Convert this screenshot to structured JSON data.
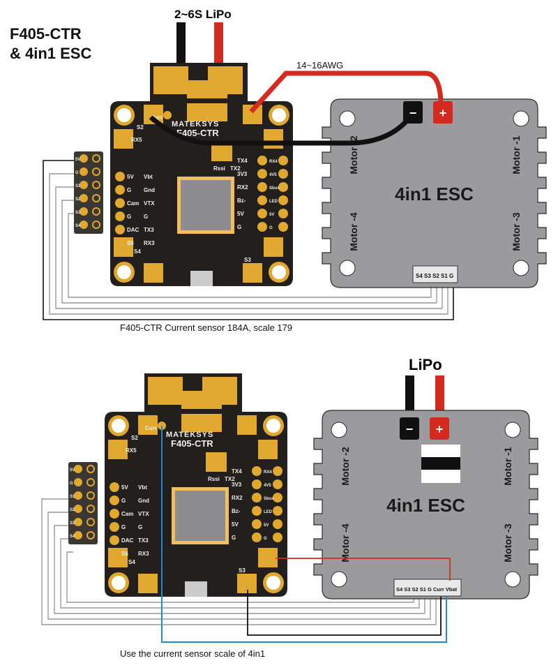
{
  "title": {
    "line1": "F405-CTR",
    "line2": "& 4in1 ESC"
  },
  "diagram1": {
    "battery_label": "2~6S LiPo",
    "wire_gauge": "14~16AWG",
    "caption": "F405-CTR Current sensor 184A,  scale 179",
    "esc": {
      "title": "4in1 ESC",
      "motors": [
        "Motor -1",
        "Motor -2",
        "Motor -3",
        "Motor -4"
      ],
      "connector": "S4 S3 S2 S1 G",
      "minus": "−",
      "plus": "+"
    }
  },
  "diagram2": {
    "battery_label": "LiPo",
    "caption": "Use the current sensor scale of 4in1",
    "esc": {
      "title": "4in1 ESC",
      "motors": [
        "Motor -1",
        "Motor -2",
        "Motor -3",
        "Motor -4"
      ],
      "connector": "S4 S3 S2 S1 G  Curr Vbat",
      "minus": "−",
      "plus": "+"
    }
  },
  "fc": {
    "brand": "MATEKSYS",
    "model": "F405-CTR",
    "header_pins": [
      "5V",
      "G",
      "S1",
      "S2",
      "S3",
      "S4"
    ],
    "left_labels": [
      "5V",
      "G",
      "Cam",
      "G",
      "DAC",
      "S6"
    ],
    "left_labels2": [
      "Vbt",
      "Gnd",
      "VTX",
      "G",
      "TX3",
      "RX3"
    ],
    "right_labels": [
      "TX4",
      "3V3",
      "RX2",
      "Bz-",
      "5V",
      "G"
    ],
    "right_labels2": [
      "RX4",
      "4V5",
      "Sbus",
      "LED",
      "5V",
      "G"
    ],
    "corner_labels": [
      "S2",
      "RX5",
      "Curr",
      "S4",
      "S3",
      "Rssi",
      "TX2"
    ]
  },
  "colors": {
    "pcb": "#231f1c",
    "pad": "#e0a82e",
    "esc": "#9b9b9d",
    "red": "#d42a1f",
    "blue": "#1e8ad6"
  }
}
